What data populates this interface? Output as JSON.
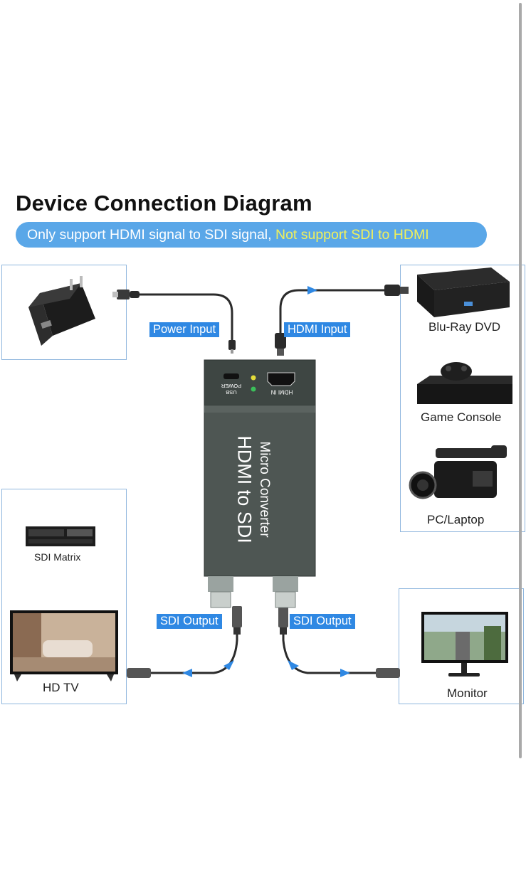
{
  "title": "Device Connection Diagram",
  "banner": {
    "part1": "Only support HDMI signal to SDI signal,",
    "part2": "Not support SDI to HDMI"
  },
  "tags": {
    "power_input": "Power Input",
    "hdmi_input": "HDMI Input",
    "sdi_output_left": "SDI Output",
    "sdi_output_right": "SDI Output"
  },
  "devices": {
    "bluray": "Blu-Ray DVD",
    "game_console": "Game Console",
    "pc_laptop": "PC/Laptop",
    "sdi_matrix": "SDI Matrix",
    "hd_tv": "HD TV",
    "monitor": "Monitor"
  },
  "converter": {
    "line1": "Micro Converter",
    "line2": "HDMI to SDI",
    "usb_power": "USB POWER",
    "hdmi_in": "HDMI IN"
  },
  "colors": {
    "accent": "#2f88e3",
    "banner": "#5aa7e8",
    "highlight": "#f1f05a",
    "box_border": "#8fb6de",
    "device_body": "#4e5653"
  }
}
